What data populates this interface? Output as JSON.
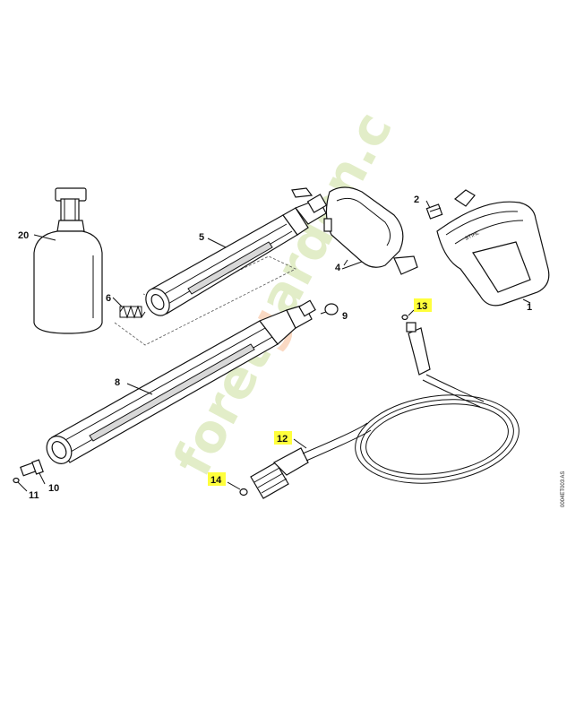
{
  "diagram": {
    "callouts": [
      {
        "id": "1",
        "highlight": false
      },
      {
        "id": "2",
        "highlight": false
      },
      {
        "id": "4",
        "highlight": false
      },
      {
        "id": "5",
        "highlight": false
      },
      {
        "id": "6",
        "highlight": false
      },
      {
        "id": "8",
        "highlight": false
      },
      {
        "id": "9",
        "highlight": false
      },
      {
        "id": "10",
        "highlight": false
      },
      {
        "id": "11",
        "highlight": false
      },
      {
        "id": "12",
        "highlight": true
      },
      {
        "id": "13",
        "highlight": true
      },
      {
        "id": "14",
        "highlight": true
      },
      {
        "id": "20",
        "highlight": false
      }
    ],
    "reference_code": "0004ET003 AS",
    "watermark": {
      "text_part1": "foret",
      "text_accent": "g",
      "text_part2": "arden.c"
    },
    "colors": {
      "highlight": "#ffff3c",
      "watermark_green": "#9bc23c",
      "watermark_orange": "#f07a2a",
      "line": "#111111"
    }
  }
}
